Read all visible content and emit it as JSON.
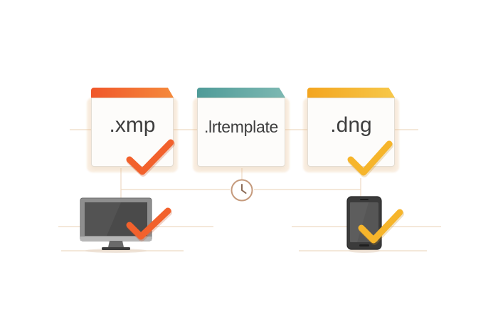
{
  "colors": {
    "orange": "#f26a2e",
    "teal": "#5aa3a0",
    "amber": "#f5b633",
    "connector": "#eed9c3",
    "clock": "#c59a7c"
  },
  "files": [
    {
      "label": ".xmp",
      "accent": "orange",
      "checked": true
    },
    {
      "label": ".lrtemplate",
      "accent": "teal",
      "checked": false
    },
    {
      "label": ".dng",
      "accent": "amber",
      "checked": true
    }
  ],
  "devices": [
    {
      "kind": "desktop",
      "icon": "monitor-icon",
      "checked": true,
      "check_color": "orange"
    },
    {
      "kind": "phone",
      "icon": "smartphone-icon",
      "checked": true,
      "check_color": "amber"
    }
  ],
  "center_icon": "clock-icon"
}
